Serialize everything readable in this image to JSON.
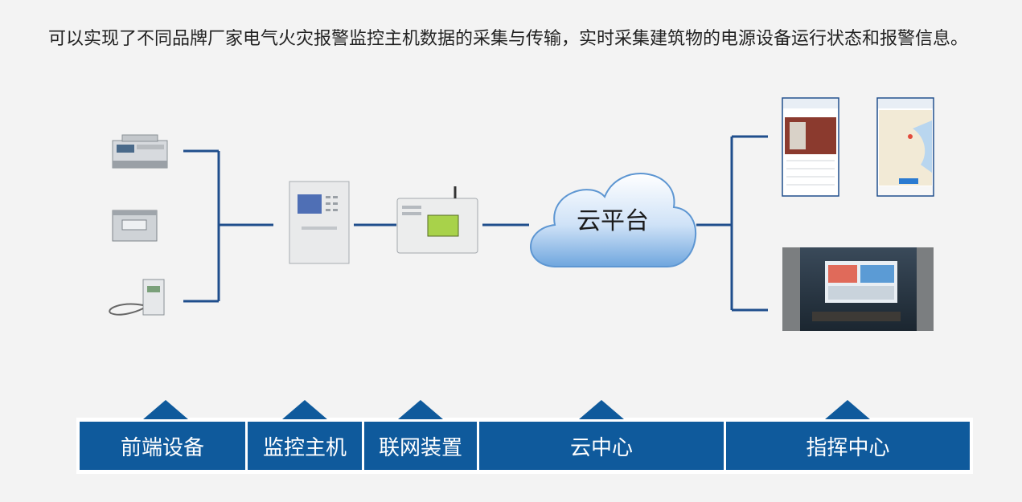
{
  "intro_text": "可以实现了不同品牌厂家电气火灾报警监控主机数据的采集与传输，实时采集建筑物的电源设备运行状态和报警信息。",
  "cloud_label": "云平台",
  "stages": [
    {
      "label": "前端设备"
    },
    {
      "label": "监控主机"
    },
    {
      "label": "联网装置"
    },
    {
      "label": "云中心"
    },
    {
      "label": "指挥中心"
    }
  ],
  "colors": {
    "connector": "#1f4e8c",
    "stage_bar": "#0f5a9c",
    "cloud": "#7fb2e6"
  },
  "icons": [
    "din-rail-meter-icon",
    "current-transformer-icon",
    "temperature-sensor-icon",
    "monitoring-host-cabinet-icon",
    "network-gateway-device-icon",
    "cloud-icon",
    "mobile-app-screenshot-icon",
    "mobile-map-screenshot-icon",
    "command-center-photo-icon"
  ]
}
